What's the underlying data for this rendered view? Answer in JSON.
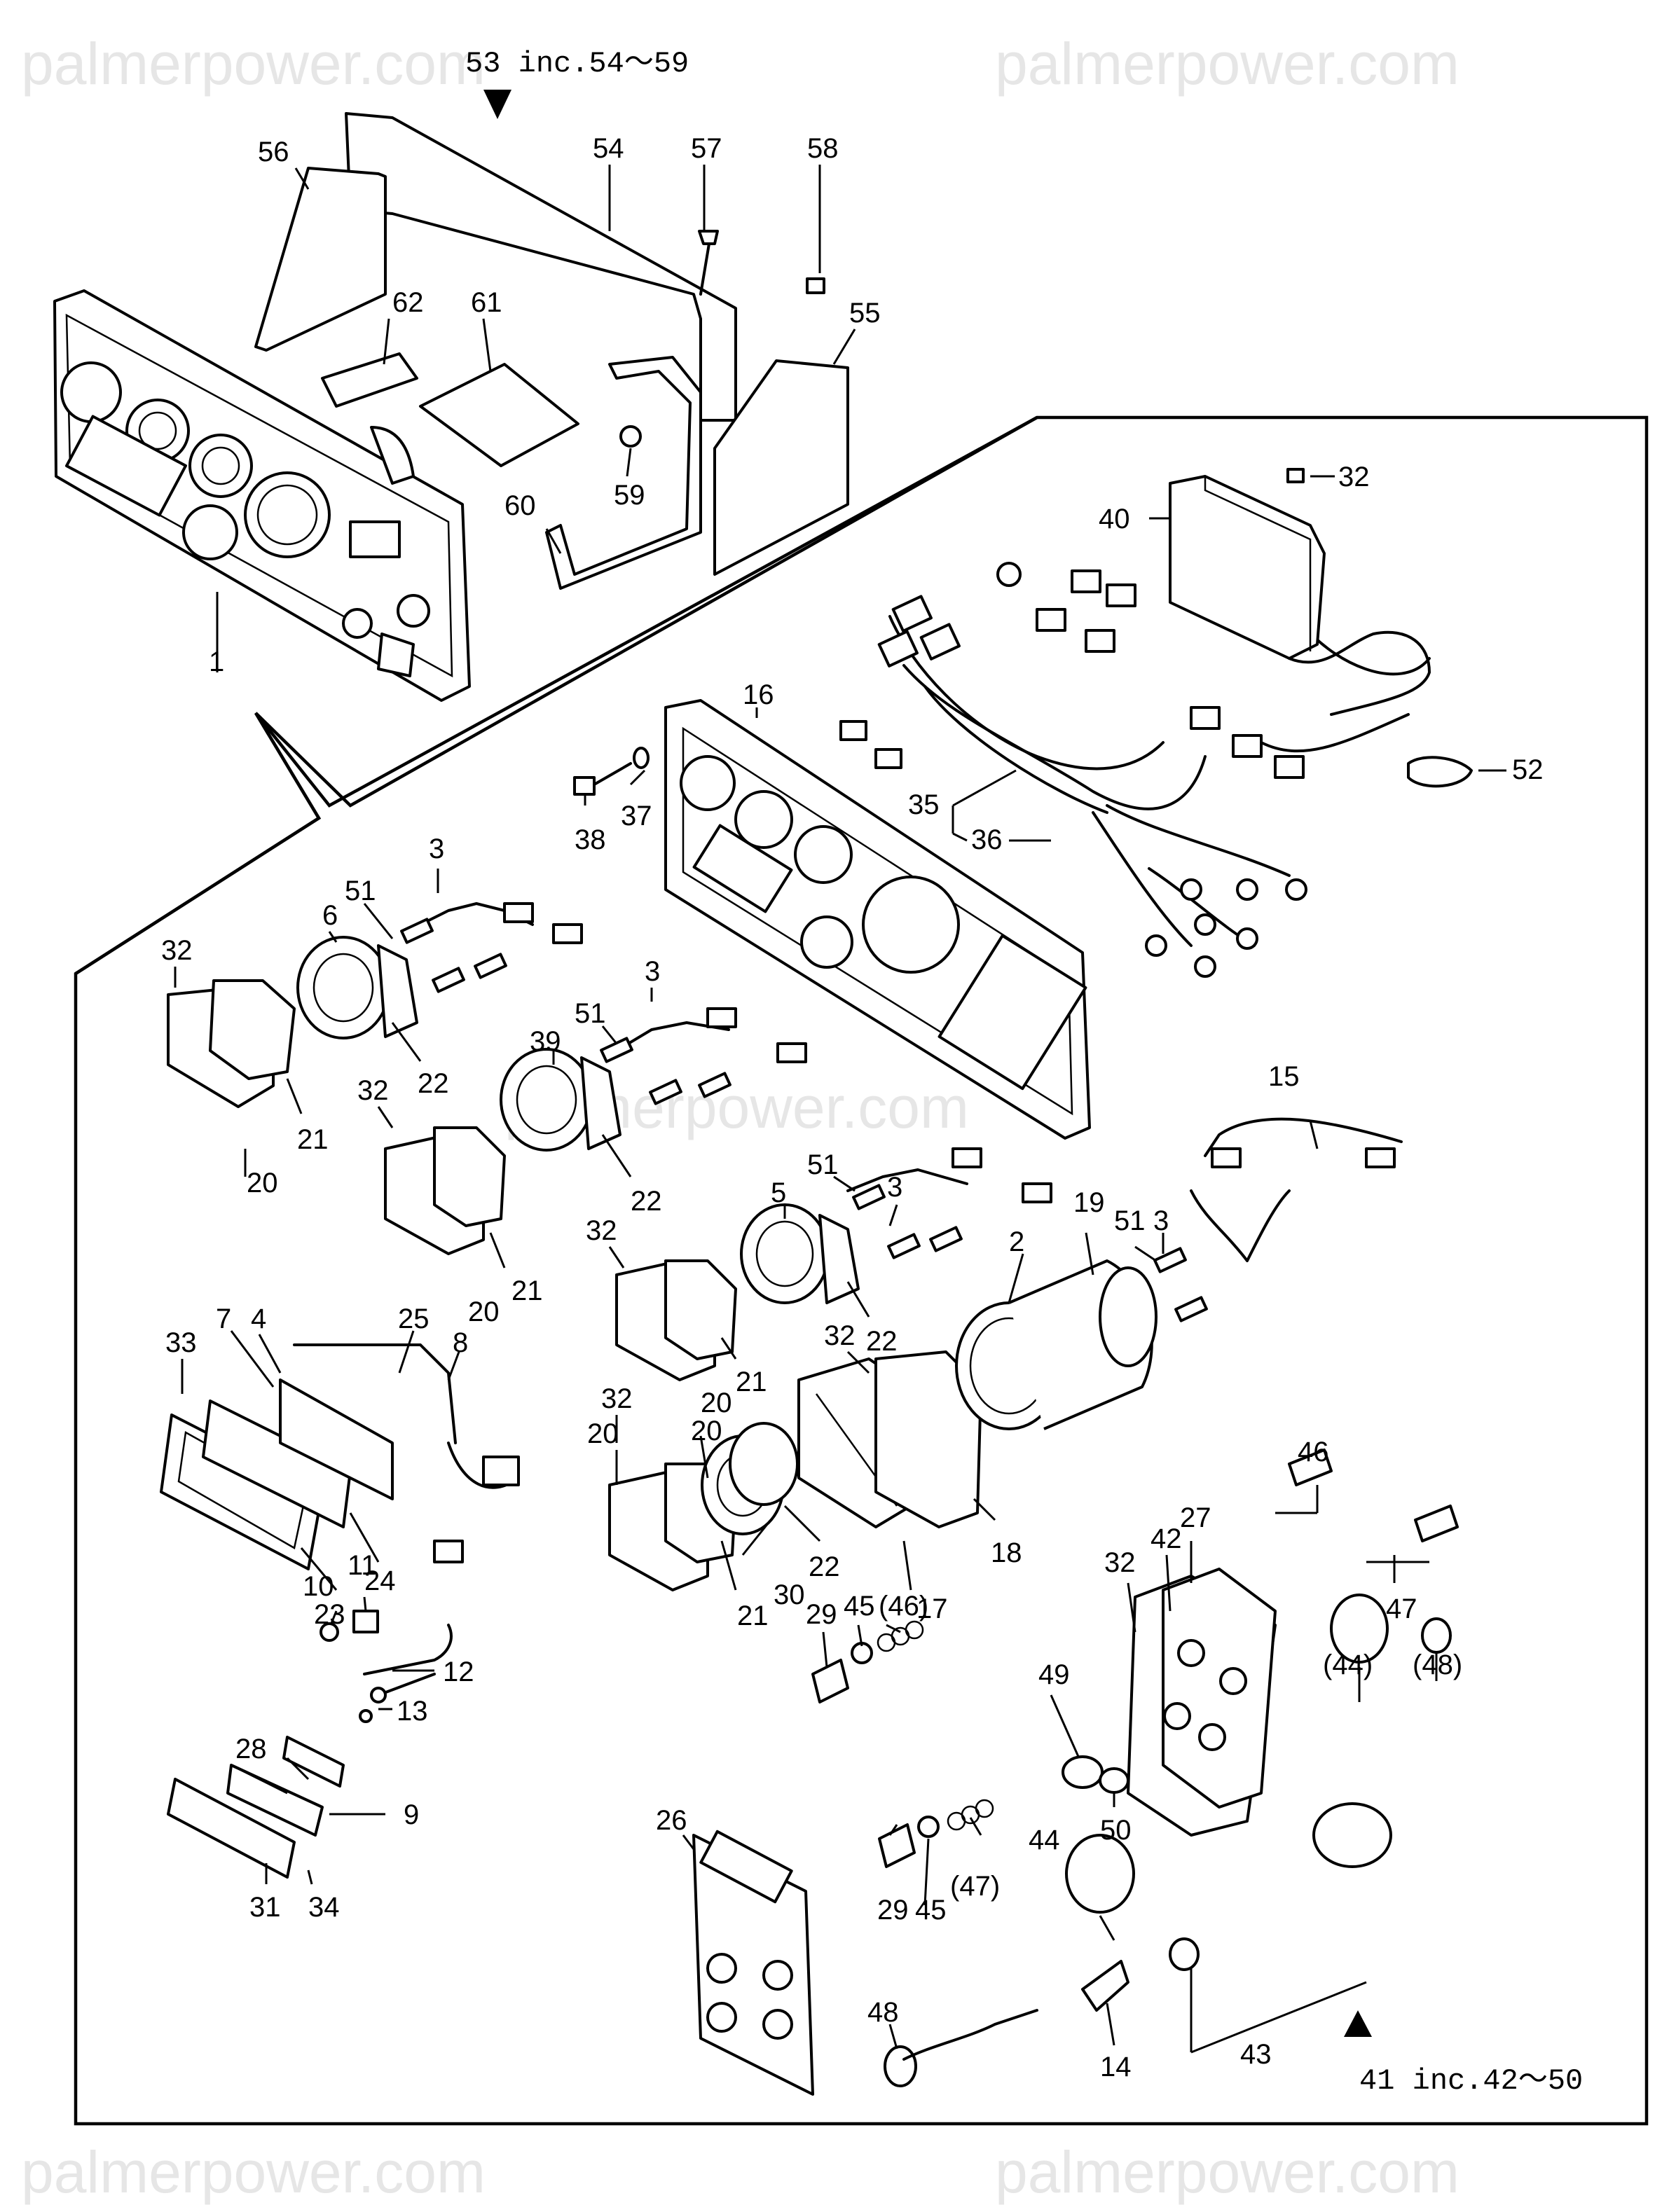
{
  "watermarks": [
    "palmerpower.com",
    "palmerpower.com",
    "palmerpower.com",
    "palmerpower.com",
    "palmerpower.com"
  ],
  "assembly_notes": {
    "top": "53 inc.54～59",
    "bottom": "41 inc.42～50"
  },
  "part_numbers": {
    "n1": "1",
    "n2": "2",
    "n3a": "3",
    "n3b": "3",
    "n3c": "3",
    "n3d": "3",
    "n4": "4",
    "n5": "5",
    "n6": "6",
    "n7": "7",
    "n8": "8",
    "n9": "9",
    "n10": "10",
    "n11": "11",
    "n12": "12",
    "n13": "13",
    "n14": "14",
    "n15": "15",
    "n16": "16",
    "n17": "17",
    "n18": "18",
    "n19": "19",
    "n20a": "20",
    "n20b": "20",
    "n20c": "20",
    "n20d": "20",
    "n20e": "20",
    "n21a": "21",
    "n21b": "21",
    "n21c": "21",
    "n21d": "21",
    "n22a": "22",
    "n22b": "22",
    "n22c": "22",
    "n22d": "22",
    "n23": "23",
    "n24": "24",
    "n25": "25",
    "n26": "26",
    "n27": "27",
    "n28": "28",
    "n29a": "29",
    "n29b": "29",
    "n30": "30",
    "n31": "31",
    "n32a": "32",
    "n32b": "32",
    "n32c": "32",
    "n32d": "32",
    "n32e": "32",
    "n32f": "32",
    "n32g": "32",
    "n33": "33",
    "n34": "34",
    "n35": "35",
    "n36": "36",
    "n37": "37",
    "n38": "38",
    "n39": "39",
    "n40": "40",
    "n42": "42",
    "n43": "43",
    "n44": "44",
    "n44p": "(44)",
    "n45a": "45",
    "n45b": "45",
    "n46": "46",
    "n46p": "(46)",
    "n47": "47",
    "n47p": "(47)",
    "n48": "48",
    "n48p": "(48)",
    "n49": "49",
    "n50": "50",
    "n51a": "51",
    "n51b": "51",
    "n51c": "51",
    "n51d": "51",
    "n52": "52",
    "n54": "54",
    "n55": "55",
    "n56": "56",
    "n57": "57",
    "n58": "58",
    "n59": "59",
    "n60": "60",
    "n61": "61",
    "n62": "62"
  }
}
